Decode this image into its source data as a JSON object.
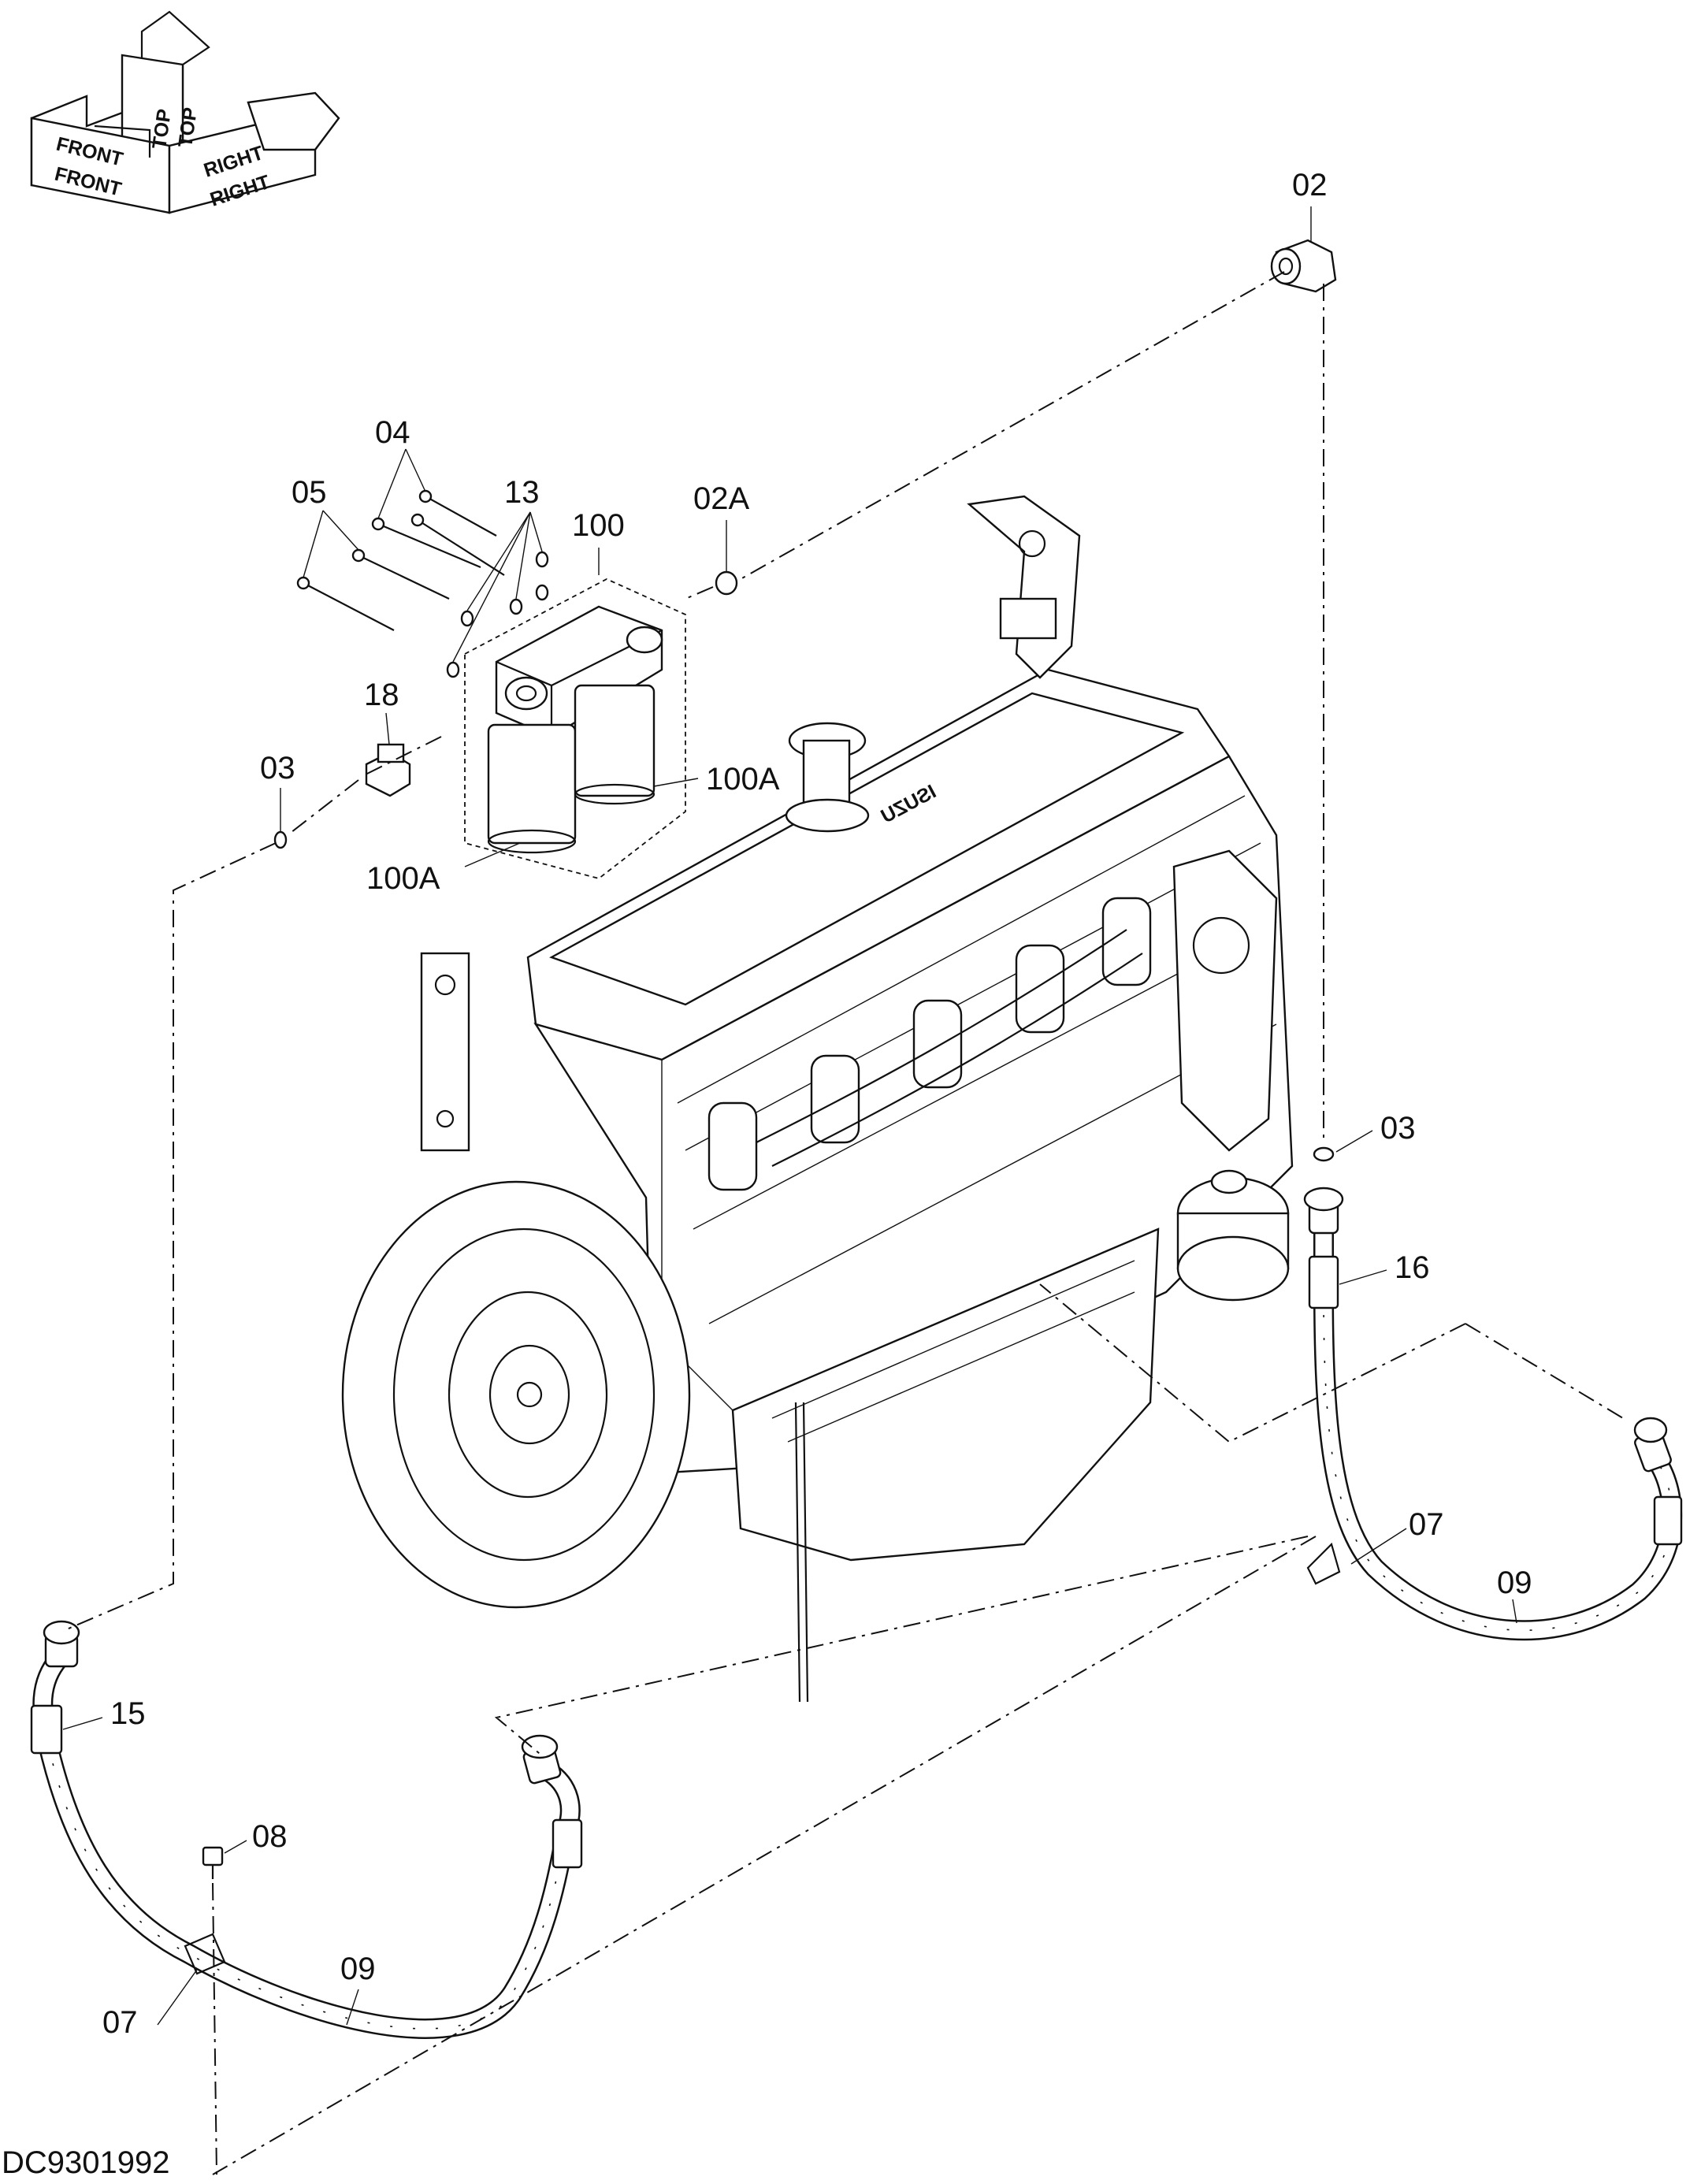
{
  "drawing": {
    "code": "DC9301992"
  },
  "orientation": {
    "top_label": "TOP",
    "front_label": "FRONT",
    "right_label": "RIGHT"
  },
  "engine": {
    "brand_text": "ISUZU"
  },
  "callouts": {
    "c02": "02",
    "c02a": "02A",
    "c03_left": "03",
    "c03_right": "03",
    "c04": "04",
    "c05": "05",
    "c13": "13",
    "c100": "100",
    "c18": "18",
    "c100a_right": "100A",
    "c100a_left": "100A",
    "c16": "16",
    "c07_right": "07",
    "c09_right": "09",
    "c15": "15",
    "c08": "08",
    "c07_left": "07",
    "c09_left": "09"
  }
}
